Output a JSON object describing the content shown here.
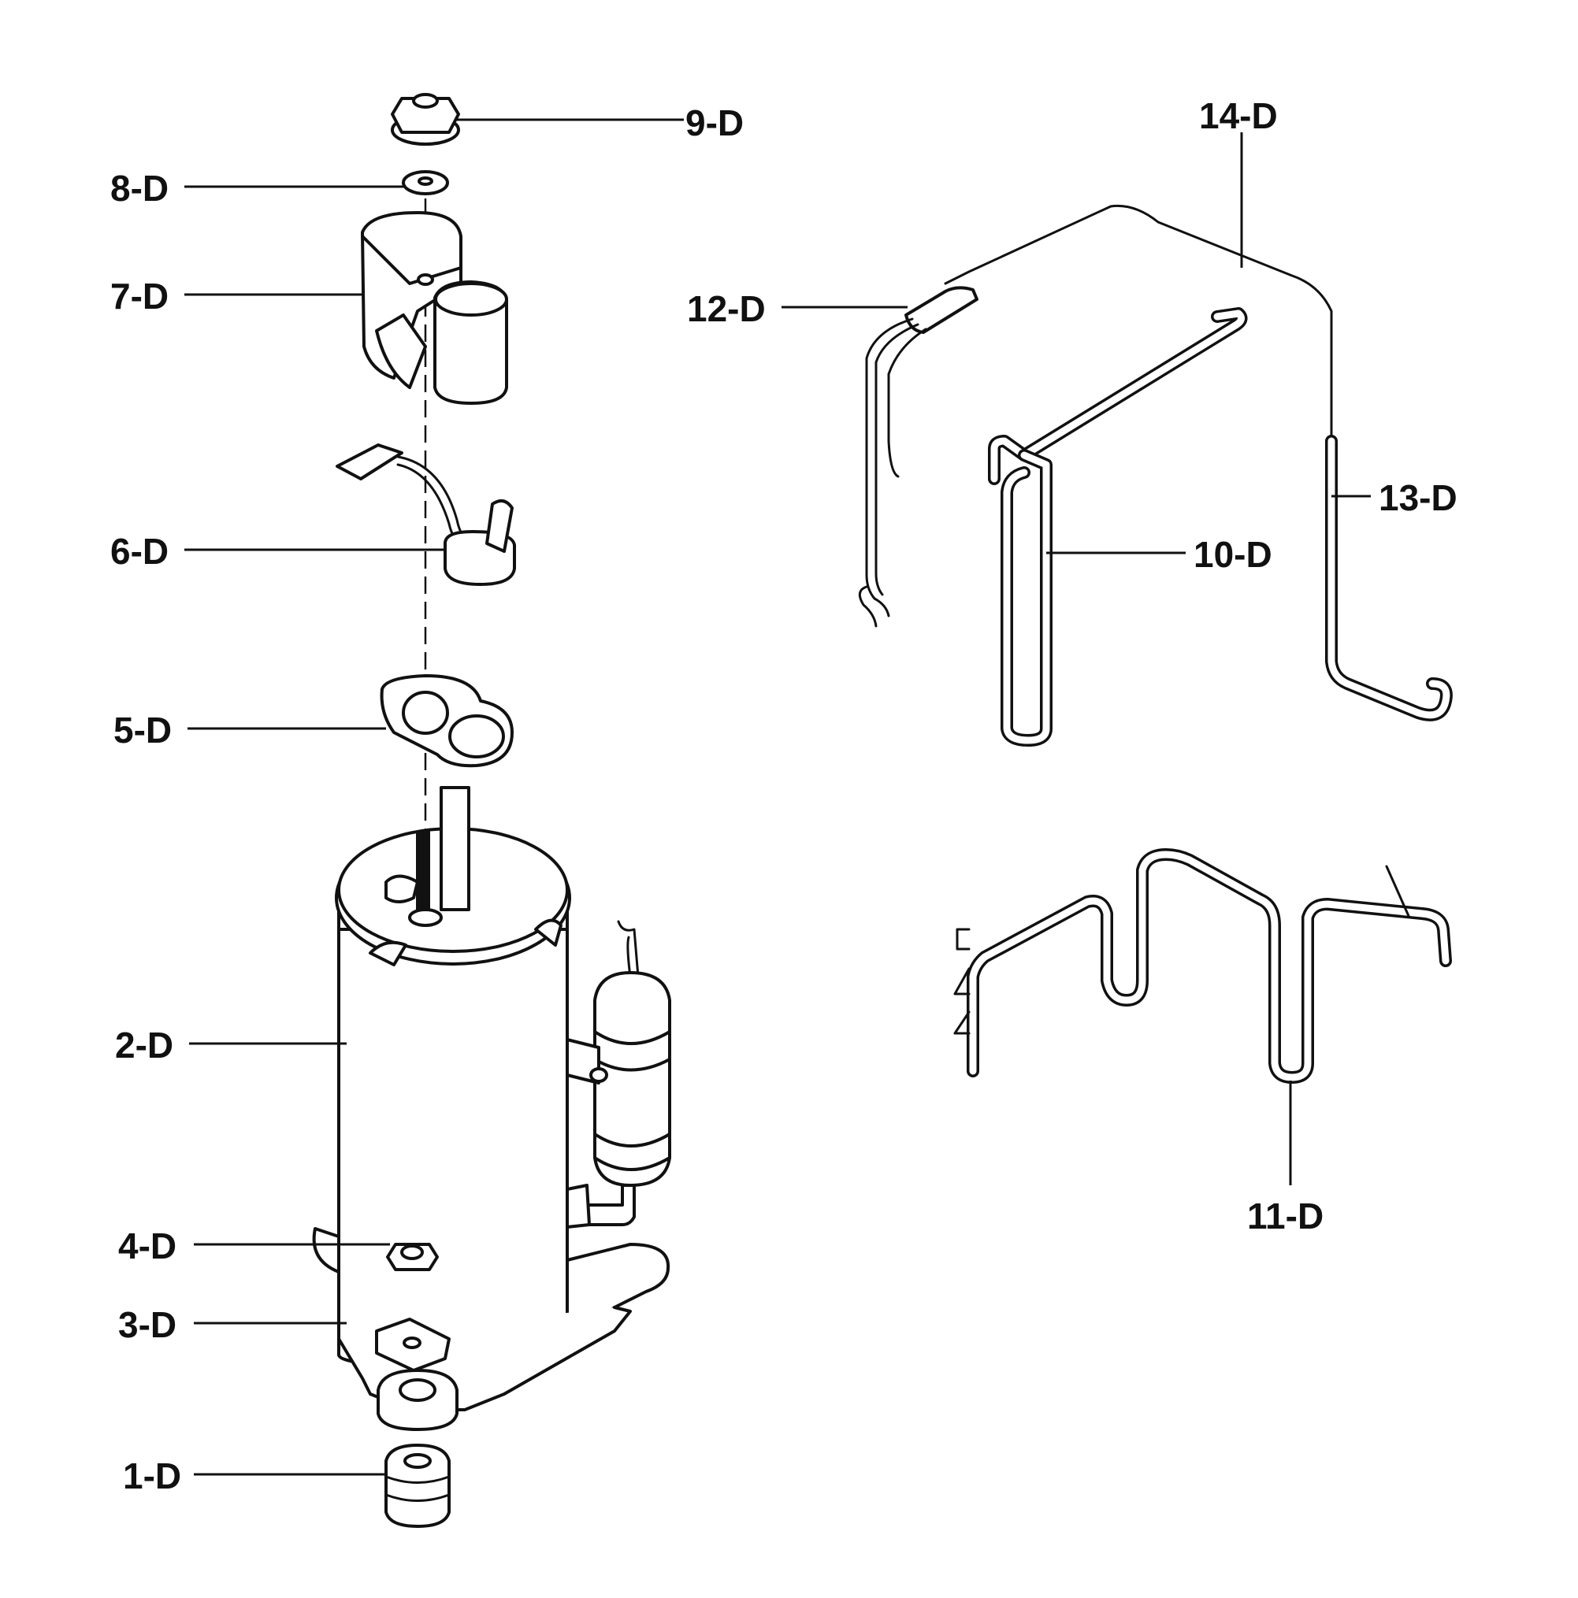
{
  "labels": {
    "p1": "1-D",
    "p2": "2-D",
    "p3": "3-D",
    "p4": "4-D",
    "p5": "5-D",
    "p6": "6-D",
    "p7": "7-D",
    "p8": "8-D",
    "p9": "9-D",
    "p10": "10-D",
    "p11": "11-D",
    "p12": "12-D",
    "p13": "13-D",
    "p14": "14-D"
  },
  "colors": {
    "line": "#111111",
    "background": "#ffffff"
  }
}
